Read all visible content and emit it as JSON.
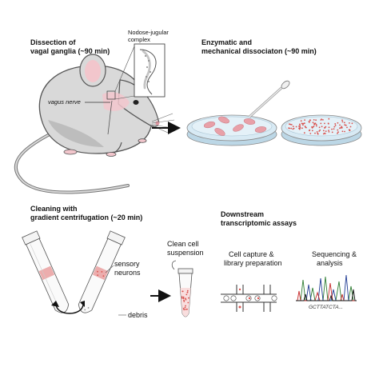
{
  "steps": {
    "dissection": {
      "title_line1": "Dissection of",
      "title_line2": "vagal ganglia (~90 min)",
      "inset_label_line1": "Nodose-jugular",
      "inset_label_line2": "complex",
      "nerve_label": "vagus nerve"
    },
    "dissociation": {
      "title_line1": "Enzymatic and",
      "title_line2": "mechanical dissociaton (~90 min)"
    },
    "cleaning": {
      "title_line1": "Cleaning with",
      "title_line2": "gradient centrifugation (~20 min)",
      "sensory_label_line1": "sensory",
      "sensory_label_line2": "neurons",
      "debris_label": "debris"
    },
    "suspension": {
      "label_line1": "Clean cell",
      "label_line2": "suspension"
    },
    "downstream": {
      "title_line1": "Downstream",
      "title_line2": "transcriptomic assays",
      "capture_line1": "Cell capture &",
      "capture_line2": "library preparation",
      "sequencing_line1": "Sequencing &",
      "sequencing_line2": "analysis",
      "sequence_text": "GCTTATCTA..."
    }
  },
  "colors": {
    "mouse_body": "#d9d9d9",
    "mouse_outline": "#555555",
    "ear_pink": "#f2c6cc",
    "cell_pink": "#e8a0a8",
    "dish_blue": "#d8eaf4",
    "tube_red": "#d9534f",
    "arrow": "#111111"
  },
  "icons": [
    "arrow-right-icon",
    "rotate-icon",
    "pipette-icon"
  ]
}
